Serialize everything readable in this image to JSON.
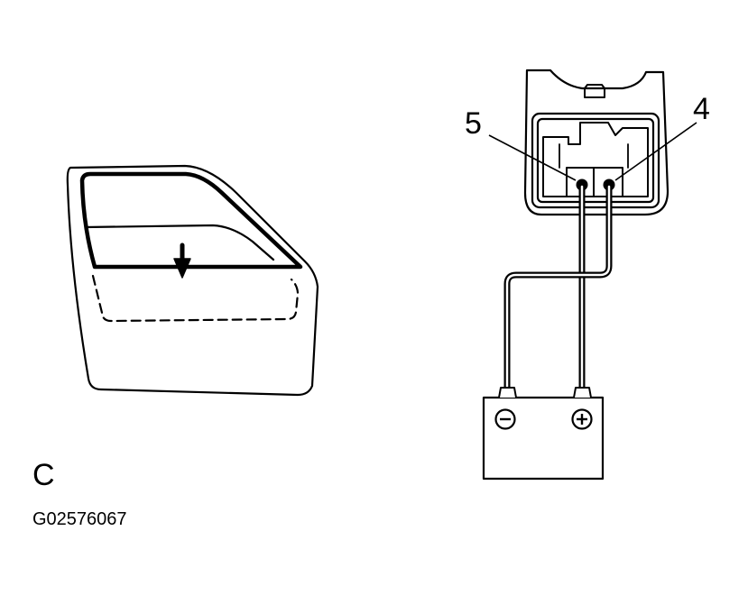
{
  "labels": {
    "pin_5": "5",
    "pin_4": "4",
    "view_letter": "C",
    "figure_code": "G02576067"
  },
  "icons": {
    "door": "door-outline-icon",
    "window_down": "arrow-down-icon",
    "connector": "motor-connector-icon",
    "battery": "battery-icon",
    "negative": "minus-circle-icon",
    "positive": "plus-circle-icon"
  },
  "colors": {
    "line": "#000000",
    "background": "#ffffff"
  }
}
